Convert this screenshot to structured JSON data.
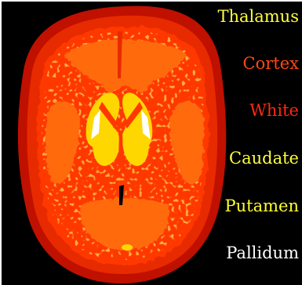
{
  "legend": {
    "labels": [
      {
        "text": "Thalamus",
        "color": "#ffff44"
      },
      {
        "text": "Cortex",
        "color": "#ff4a10"
      },
      {
        "text": "White",
        "color": "#ff2a10"
      },
      {
        "text": "Caudate",
        "color": "#ffff40"
      },
      {
        "text": "Putamen",
        "color": "#ffff30"
      },
      {
        "text": "Pallidum",
        "color": "#ffffff"
      }
    ]
  },
  "colors": {
    "background": "#000000",
    "skull": "#c01000",
    "scalp": "#e82a00",
    "white_matter": "#ff3800",
    "cortex": "#ff6a10",
    "deep_nuclei": "#ffd700",
    "pallidum": "#ffffff"
  }
}
